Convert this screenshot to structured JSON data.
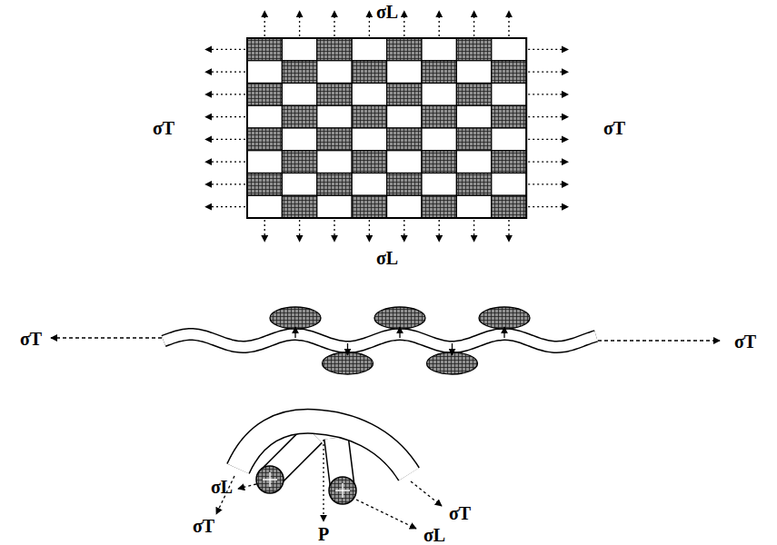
{
  "diagram": {
    "labels": [
      "σL",
      "σT",
      "σT",
      "σL",
      "σT",
      "σT",
      "σL",
      "σT",
      "σT",
      "P",
      "σL"
    ]
  }
}
